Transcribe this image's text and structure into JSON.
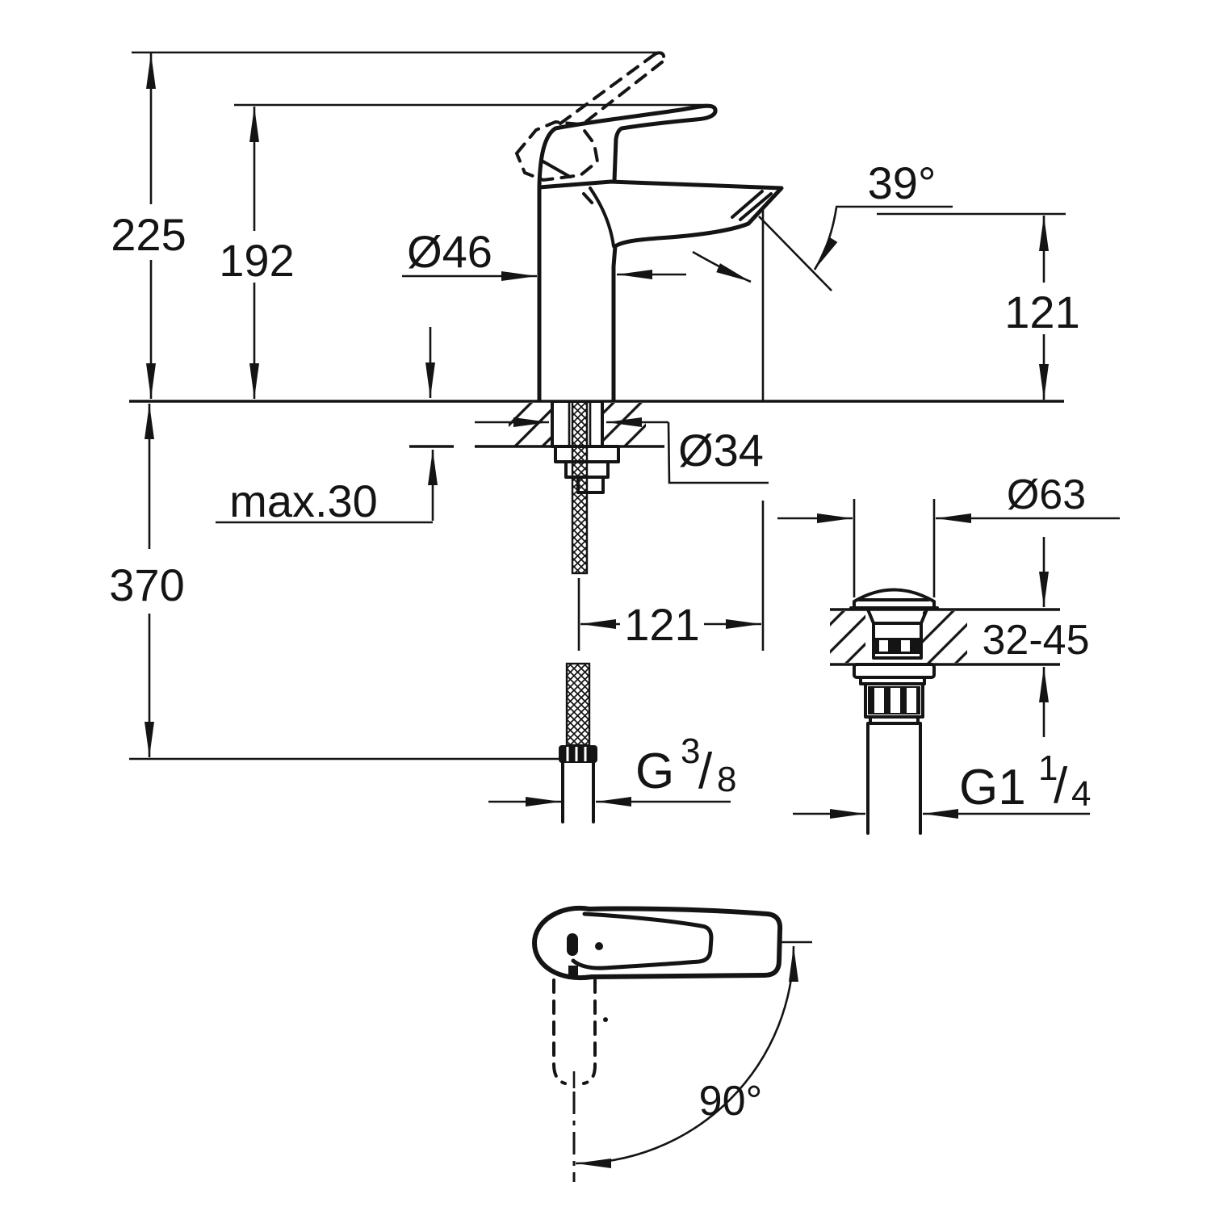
{
  "title": "Basin mixer tap technical dimension drawing",
  "labels": {
    "total_height": "225",
    "lever_height": "192",
    "body_diameter": "Ø46",
    "spout_angle": "39°",
    "spout_outlet_height": "121",
    "max_deck_thickness": "max.30",
    "mounting_hole_diameter": "Ø34",
    "hose_length": "370",
    "spout_projection": "121",
    "waste_flange_diameter": "Ø63",
    "waste_deck_range": "32-45",
    "handle_swivel_angle": "90°",
    "supply_thread": {
      "prefix": "G",
      "numerator": "3",
      "slash": "/",
      "denominator": "8"
    },
    "waste_thread": {
      "prefix": "G1",
      "numerator": "1",
      "slash": "/",
      "denominator": "4"
    }
  }
}
